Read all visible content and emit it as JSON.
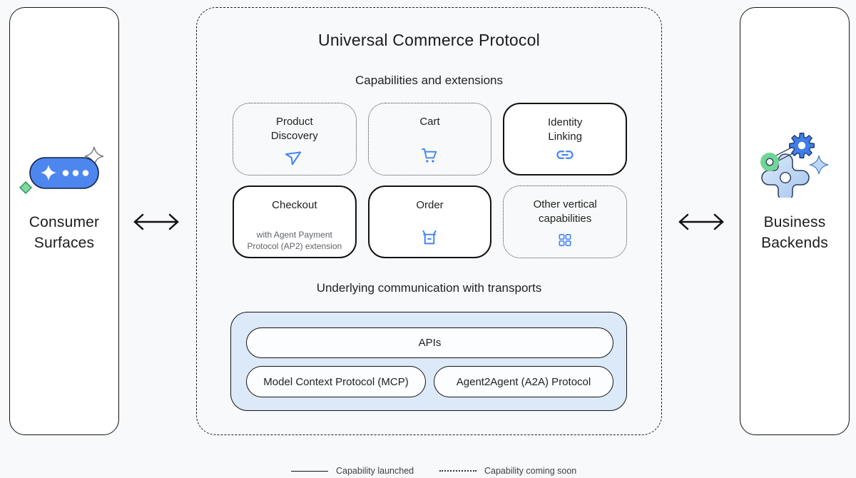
{
  "diagram": {
    "title": "Universal Commerce Protocol",
    "capabilities_heading": "Capabilities and extensions",
    "transports_heading": "Underlying communication with transports"
  },
  "left_panel": {
    "label_line1": "Consumer",
    "label_line2": "Surfaces",
    "icon": "consumer-surfaces-icon"
  },
  "right_panel": {
    "label_line1": "Business",
    "label_line2": "Backends",
    "icon": "business-backends-icon"
  },
  "capabilities": [
    {
      "line1": "Product",
      "line2": "Discovery",
      "icon": "send-icon",
      "status": "coming-soon"
    },
    {
      "line1": "Cart",
      "line2": "",
      "icon": "cart-icon",
      "status": "coming-soon"
    },
    {
      "line1": "Identity",
      "line2": "Linking",
      "icon": "link-icon",
      "status": "launched"
    },
    {
      "line1": "Checkout",
      "line2": "",
      "sublabel": "with Agent Payment Protocol (AP2) extension",
      "icon": "",
      "status": "launched"
    },
    {
      "line1": "Order",
      "line2": "",
      "icon": "order-icon",
      "status": "launched"
    },
    {
      "line1": "Other vertical",
      "line2": "capabilities",
      "icon": "grid-icon",
      "status": "coming-soon"
    }
  ],
  "transports": {
    "api": "APIs",
    "mcp": "Model Context Protocol (MCP)",
    "a2a": "Agent2Agent (A2A) Protocol"
  },
  "legend": {
    "launched": "Capability launched",
    "coming_soon": "Capability coming soon"
  },
  "colors": {
    "page_bg": "#F8F9FA",
    "accent_blue": "#4285F4",
    "transport_bg": "#DCE9F8",
    "icon_green": "#6FD695",
    "chat_pill_blue": "#4C86EE"
  }
}
